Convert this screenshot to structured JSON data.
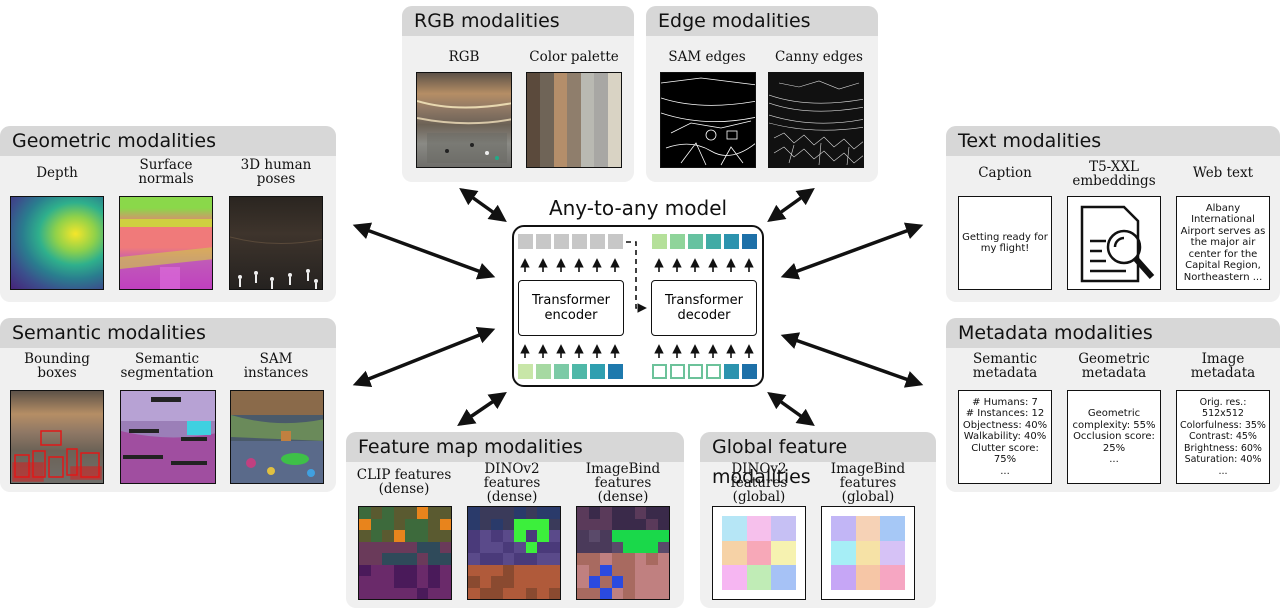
{
  "model": {
    "title": "Any-to-any model",
    "encoder": "Transformer\nencoder",
    "decoder": "Transformer\ndecoder"
  },
  "panels": {
    "rgb": {
      "title": "RGB modalities",
      "items": [
        "RGB",
        "Color palette"
      ]
    },
    "edge": {
      "title": "Edge modalities",
      "items": [
        "SAM edges",
        "Canny edges"
      ]
    },
    "geometric": {
      "title": "Geometric modalities",
      "items": [
        "Depth",
        "Surface\nnormals",
        "3D human\nposes"
      ]
    },
    "semantic": {
      "title": "Semantic modalities",
      "items": [
        "Bounding\nboxes",
        "Semantic\nsegmentation",
        "SAM\ninstances"
      ]
    },
    "text": {
      "title": "Text modalities",
      "items": [
        "Caption",
        "T5-XXL\nembeddings",
        "Web text"
      ],
      "caption_text": "Getting ready for\nmy flight!",
      "web_text": "Albany\nInternational\nAirport serves as\nthe major air\ncenter for the\nCapital Region,\nNortheastern ..."
    },
    "metadata": {
      "title": "Metadata modalities",
      "items": [
        "Semantic\nmetadata",
        "Geometric\nmetadata",
        "Image\nmetadata"
      ],
      "semantic_text": "# Humans: 7\n# Instances: 12\nObjectness: 40%\nWalkability: 40%\nClutter score: 75%\n...",
      "geometric_text": "Geometric\ncomplexity: 55%\nOcclusion score:\n25%\n...",
      "image_text": "Orig. res.: 512x512\nColorfulness: 35%\nContrast: 45%\nBrightness: 60%\nSaturation: 40%\n..."
    },
    "feature": {
      "title": "Feature map modalities",
      "items": [
        "CLIP features\n(dense)",
        "DINOv2\nfeatures\n(dense)",
        "ImageBind\nfeatures\n(dense)"
      ]
    },
    "global": {
      "title": "Global feature modalities",
      "items": [
        "DINOv2\nfeatures\n(global)",
        "ImageBind\nfeatures\n(global)"
      ]
    }
  },
  "colors": {
    "palette": [
      "#5b4a3c",
      "#6f6457",
      "#b48e6a",
      "#8f7e6c",
      "#b9b9b2",
      "#a8a7a4",
      "#d9d3c4"
    ],
    "input_tokens": [
      "#c8e6a8",
      "#a6d9a2",
      "#7ccaa6",
      "#4fb8a8",
      "#2f9fb0",
      "#1e79ad"
    ],
    "encoder_out_tokens": [
      "#c7c7c7",
      "#c7c7c7",
      "#c7c7c7",
      "#c7c7c7",
      "#c7c7c7",
      "#c7c7c7"
    ],
    "decoder_out_tokens": [
      "#b5e09a",
      "#8fd49a",
      "#66c2a0",
      "#41aba5",
      "#2c93ae",
      "#1d70a8"
    ],
    "decoder_in_tokens": [
      "#ffffff",
      "#ffffff",
      "#ffffff",
      "#ffffff",
      "#2c93ae",
      "#1d70a8"
    ],
    "global_dino": [
      "#b6e6f6",
      "#f6c0ec",
      "#c6c0f4",
      "#f6d2a6",
      "#f7a8b8",
      "#f6f2b0",
      "#f6b6f2",
      "#c0ecb6",
      "#a6c2f6"
    ],
    "global_imagebind": [
      "#c2b6f6",
      "#f6d2b6",
      "#a6c8f6",
      "#a6eef6",
      "#f6e2a6",
      "#d6c2f6",
      "#c6a6f6",
      "#f6c6a6",
      "#f6a6c2"
    ]
  }
}
